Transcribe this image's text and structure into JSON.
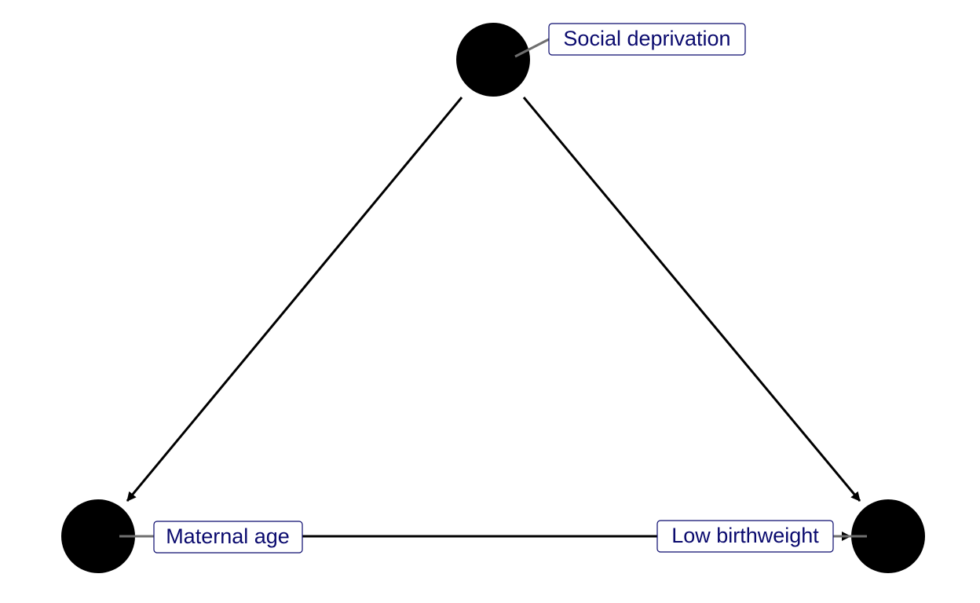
{
  "diagram": {
    "type": "directed-acyclic-graph",
    "nodes": [
      {
        "id": "social",
        "label": "Social deprivation"
      },
      {
        "id": "maternal",
        "label": "Maternal age"
      },
      {
        "id": "lbw",
        "label": "Low birthweight"
      }
    ],
    "edges": [
      {
        "from": "social",
        "to": "maternal",
        "directed": true
      },
      {
        "from": "social",
        "to": "lbw",
        "directed": true
      },
      {
        "from": "maternal",
        "to": "lbw",
        "directed": true
      }
    ],
    "colors": {
      "node": "#000000",
      "edge": "#000000",
      "label_text": "#0a0a6e",
      "label_border": "#0a0a6e",
      "leader": "#6f6f6f"
    }
  }
}
